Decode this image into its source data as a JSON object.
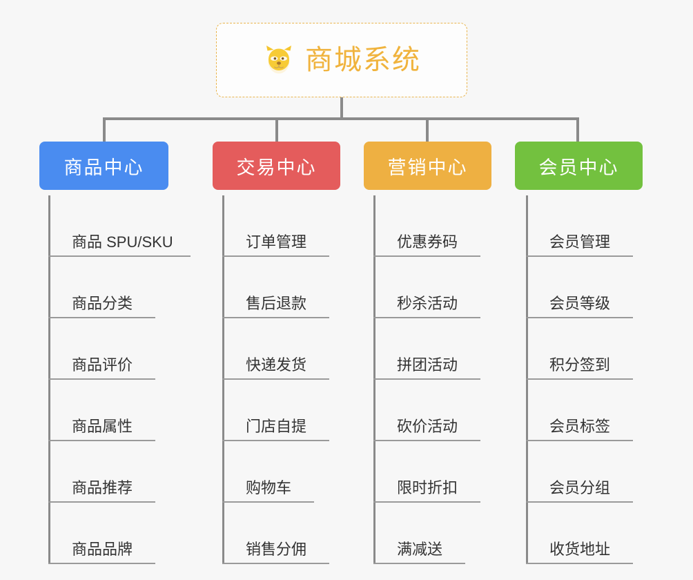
{
  "root": {
    "title": "商城系统",
    "icon": "shiba-inu-icon",
    "border_color": "#e9b44c",
    "title_color": "#f0b33d"
  },
  "connector_color": "#8a8a8a",
  "background_color": "#f7f7f7",
  "columns": [
    {
      "label": "商品中心",
      "color": "#4a8cf0",
      "items": [
        "商品 SPU/SKU",
        "商品分类",
        "商品评价",
        "商品属性",
        "商品推荐",
        "商品品牌"
      ]
    },
    {
      "label": "交易中心",
      "color": "#e45c5c",
      "items": [
        "订单管理",
        "售后退款",
        "快递发货",
        "门店自提",
        "购物车",
        "销售分佣"
      ]
    },
    {
      "label": "营销中心",
      "color": "#eeb042",
      "items": [
        "优惠券码",
        "秒杀活动",
        "拼团活动",
        "砍价活动",
        "限时折扣",
        "满减送"
      ]
    },
    {
      "label": "会员中心",
      "color": "#73c13f",
      "items": [
        "会员管理",
        "会员等级",
        "积分签到",
        "会员标签",
        "会员分组",
        "收货地址"
      ]
    }
  ]
}
